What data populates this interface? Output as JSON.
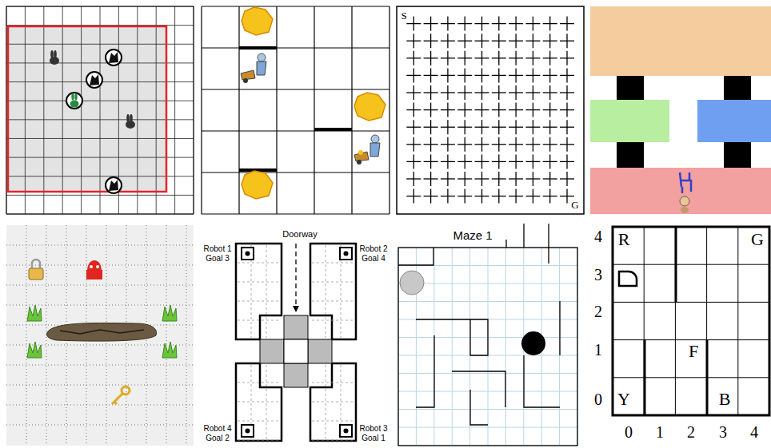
{
  "diagram": {
    "labels": [
      "S",
      "G",
      "Doorway",
      "Robot 1",
      "Goal 3",
      "Robot 2",
      "Goal 4",
      "Robot 4",
      "Goal 2",
      "Robot 3",
      "Goal 1",
      "Maze 1",
      "4",
      "3",
      "2",
      "1",
      "0",
      "R",
      "G",
      "F",
      "Y",
      "B",
      "0",
      "1",
      "2",
      "3",
      "4"
    ]
  }
}
